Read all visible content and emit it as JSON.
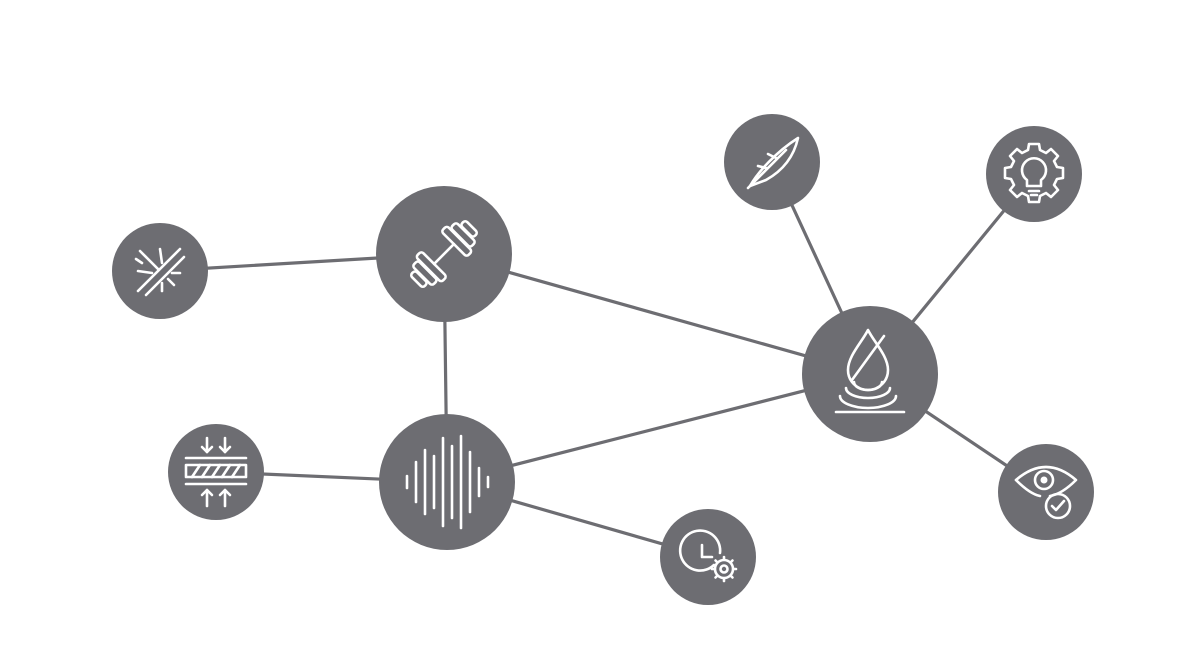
{
  "diagram": {
    "type": "network",
    "colors": {
      "node": "#6d6d72",
      "edge": "#6d6d72",
      "icon": "#ffffff",
      "background": "#ffffff"
    },
    "nodes": [
      {
        "id": "strength",
        "icon": "dumbbell-icon"
      },
      {
        "id": "impact",
        "icon": "impact-resistance-icon"
      },
      {
        "id": "vibration",
        "icon": "sound-wave-icon"
      },
      {
        "id": "compression",
        "icon": "compression-icon"
      },
      {
        "id": "time",
        "icon": "clock-gear-icon"
      },
      {
        "id": "waterproof",
        "icon": "waterproof-drop-icon"
      },
      {
        "id": "lightweight",
        "icon": "feather-icon"
      },
      {
        "id": "innovation",
        "icon": "lightbulb-gear-icon"
      },
      {
        "id": "visual",
        "icon": "eye-check-icon"
      }
    ],
    "edges": [
      [
        "impact",
        "strength"
      ],
      [
        "strength",
        "vibration"
      ],
      [
        "strength",
        "waterproof"
      ],
      [
        "vibration",
        "waterproof"
      ],
      [
        "compression",
        "vibration"
      ],
      [
        "vibration",
        "time"
      ],
      [
        "lightweight",
        "waterproof"
      ],
      [
        "innovation",
        "waterproof"
      ],
      [
        "waterproof",
        "visual"
      ]
    ]
  }
}
